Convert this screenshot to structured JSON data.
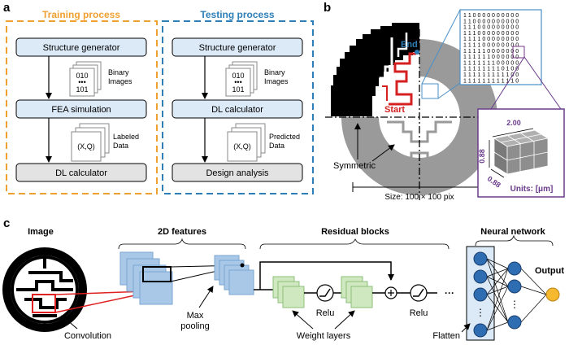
{
  "panels": {
    "a": {
      "label": "a",
      "training": {
        "title": "Training process",
        "title_color": "#f0a030",
        "structure_generator": "Structure generator",
        "binary_images": [
          "Binary",
          "Images"
        ],
        "binary_code": [
          "010",
          "•••",
          "101"
        ],
        "fea": "FEA simulation",
        "labeled_data": [
          "Labeled",
          "Data"
        ],
        "xq": "(X,Q)",
        "dl": "DL calculator"
      },
      "testing": {
        "title": "Testing process",
        "title_color": "#2e7fb8",
        "structure_generator": "Structure generator",
        "binary_images": [
          "Binary",
          "Images"
        ],
        "binary_code": [
          "010",
          "•••",
          "101"
        ],
        "dl": "DL calculator",
        "predicted_data": [
          "Predicted",
          "Data"
        ],
        "xq": "(X,Q)",
        "design": "Design analysis"
      }
    },
    "b": {
      "label": "b",
      "end": "End",
      "start": "Start",
      "symmetric": "Symmetric",
      "size": "Size: 100 × 100 pix",
      "matrix_rows": [
        "1 1 0 0 0 0 0 0 0 0 0 0",
        "1 1 0 0 0 0 0 0 0 0 0 0",
        "1 1 1 0 0 0 0 0 0 0 0 0",
        "1 1 1 0 0 0 0 0 0 0 0 0",
        "1 1 1 1 0 0 0 0 0 0 0 0",
        "1 1 1 1 0 0 0 0 0 0 0 0",
        "1 1 1 1 1 0 0 0 0 0 0 0",
        "1 1 1 1 1 1 0 0 0 0 0 0",
        "1 1 1 1 1 1 1 0 0 0 0 0",
        "1 1 1 1 1 1 1 1 0 1 0 0",
        "1 1 1 1 1 1 1 1 1 1 0 0",
        "1 1 1 1 1 1 1 1 1 1 1 0"
      ],
      "dims": {
        "length": "2.00",
        "height": "0.88",
        "depth": "0.88"
      },
      "units": "Units: [μm]"
    },
    "c": {
      "label": "c",
      "image": "Image",
      "convolution": "Convolution",
      "features": "2D features",
      "max_pooling": [
        "Max",
        "pooling"
      ],
      "residual": "Residual blocks",
      "relu1": "Relu",
      "relu2": "Relu",
      "weight_layers": "Weight layers",
      "neural_network": "Neural network",
      "output": "Output",
      "flatten": "Flatten",
      "ellipsis": "···"
    }
  },
  "colors": {
    "training": "#f0a030",
    "testing": "#2e7fb8",
    "node_fill": "#dce9f7",
    "gray_node": "#e3e3e3",
    "path_red": "#d42020",
    "feature_blue": "#a9c8e8",
    "res_green": "#cfe8c0",
    "neuron_blue": "#2f6db3",
    "output_yellow": "#f5b82e",
    "purple": "#6a3a8a"
  }
}
